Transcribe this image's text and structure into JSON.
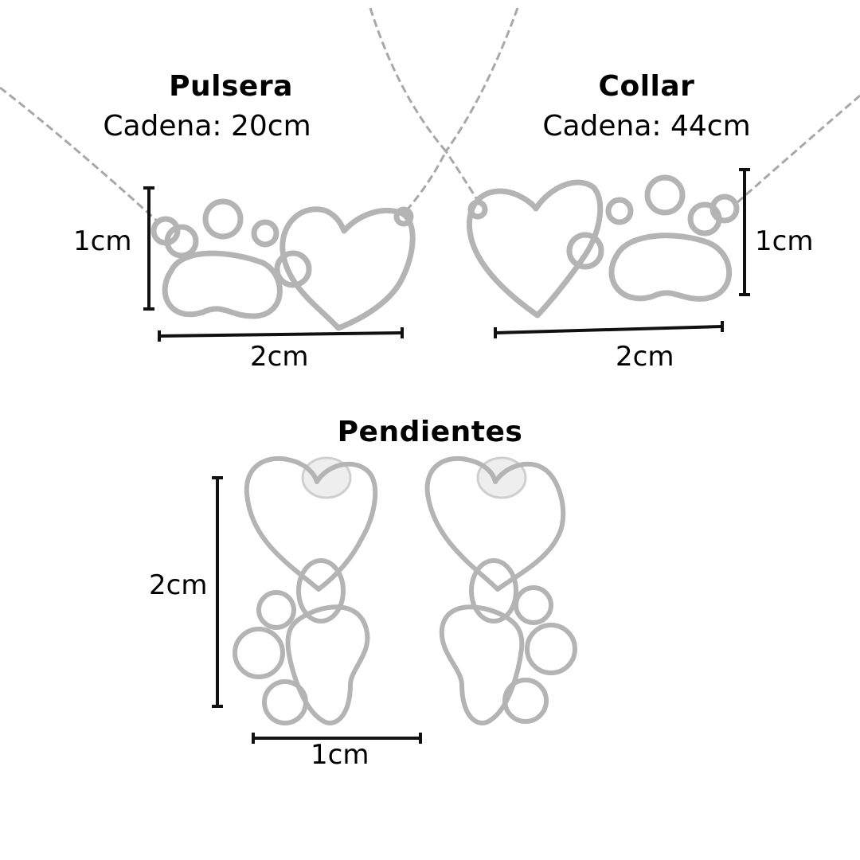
{
  "colors": {
    "background": "#ffffff",
    "text": "#000000",
    "metal": "#c9c9c9",
    "metal_shadow": "#8a8a8a"
  },
  "pulsera": {
    "title": "Pulsera",
    "chain": "Cadena: 20cm",
    "height": "1cm",
    "width": "2cm"
  },
  "collar": {
    "title": "Collar",
    "chain": "Cadena: 44cm",
    "height": "1cm",
    "width": "2cm"
  },
  "pendientes": {
    "title": "Pendientes",
    "height": "2cm",
    "width": "1cm"
  }
}
